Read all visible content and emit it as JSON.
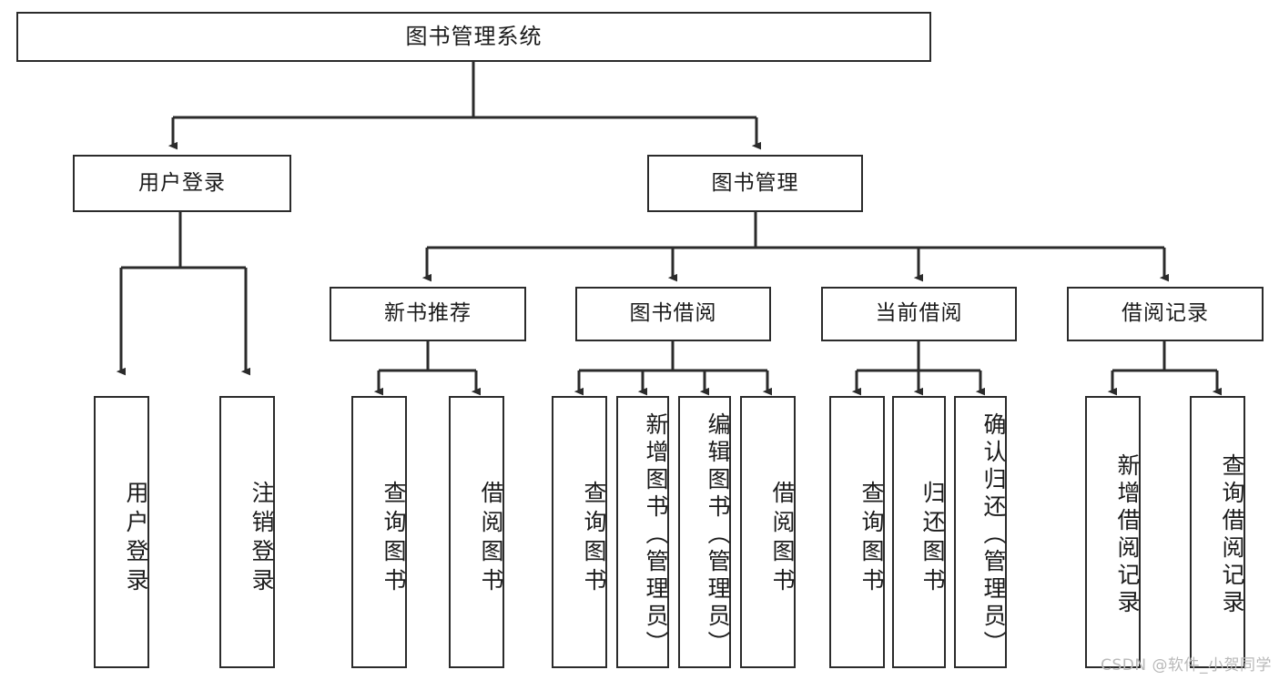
{
  "diagram": {
    "title": "图书管理系统",
    "type": "tree-hierarchy-chart",
    "root": {
      "label": "图书管理系统"
    },
    "level2": [
      {
        "label": "用户登录"
      },
      {
        "label": "图书管理"
      }
    ],
    "level3": [
      {
        "label": "新书推荐"
      },
      {
        "label": "图书借阅"
      },
      {
        "label": "当前借阅"
      },
      {
        "label": "借阅记录"
      }
    ],
    "leaves": {
      "user_login": [
        {
          "label": "用户登录"
        },
        {
          "label": "注销登录"
        }
      ],
      "new_book_recommend": [
        {
          "label": "查询图书"
        },
        {
          "label": "借阅图书"
        }
      ],
      "book_borrow": [
        {
          "label": "查询图书"
        },
        {
          "label": "新增图书（管理员）"
        },
        {
          "label": "编辑图书（管理员）"
        },
        {
          "label": "借阅图书"
        }
      ],
      "current_borrow": [
        {
          "label": "查询图书"
        },
        {
          "label": "归还图书"
        },
        {
          "label": "确认归还（管理员）"
        }
      ],
      "borrow_record": [
        {
          "label": "新增借阅记录"
        },
        {
          "label": "查询借阅记录"
        }
      ]
    }
  },
  "watermark": {
    "text": "CSDN @软件_小贺同学"
  },
  "colors": {
    "border": "#2b2b2b",
    "text": "#1b1b1b",
    "background": "#ffffff",
    "watermark": "#b9b9b9",
    "connector": "#2b2b2b"
  }
}
